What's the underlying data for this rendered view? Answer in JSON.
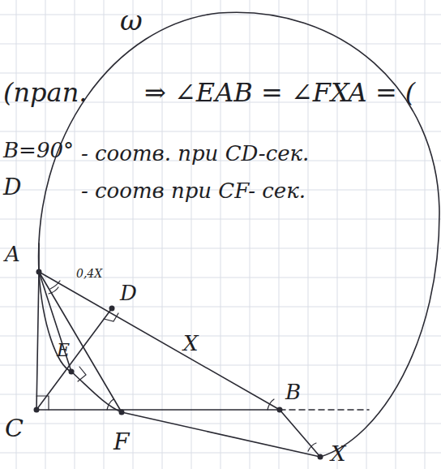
{
  "diagram": {
    "labels": [
      "ω",
      "(прап.",
      "⇒ ∠EAB = ∠FXA = (",
      "B=90°",
      "- соотв. при CD-сек.",
      "D",
      "- соотв при CF- сек.",
      "A",
      "0,4X",
      "D",
      "E",
      "X",
      "B",
      "C",
      "F",
      "X"
    ]
  }
}
